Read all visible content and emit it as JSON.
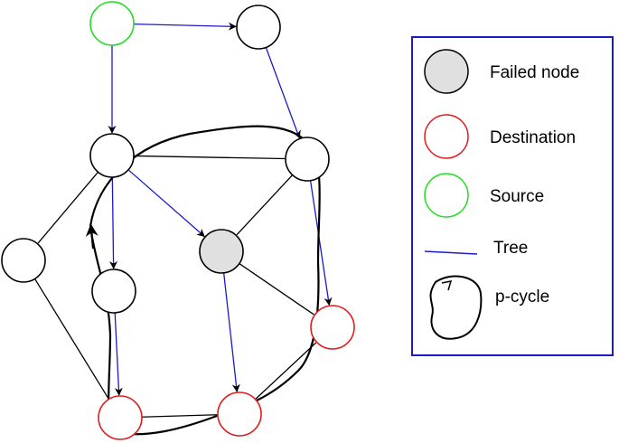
{
  "legend": {
    "items": [
      {
        "key": "failed",
        "label": "Failed node"
      },
      {
        "key": "destination",
        "label": "Destination"
      },
      {
        "key": "source",
        "label": "Source"
      },
      {
        "key": "tree",
        "label": "Tree"
      },
      {
        "key": "pcycle",
        "label": "p-cycle"
      }
    ],
    "border_color": "#1a1acc"
  },
  "colors": {
    "failed_fill": "#e0e0e0",
    "destination_stroke": "#e01c1c",
    "source_stroke": "#22dd22",
    "tree_edge": "#1a1acc",
    "plain_edge": "#000000"
  },
  "nodes": [
    {
      "id": "S",
      "role": "source"
    },
    {
      "id": "A",
      "role": "normal"
    },
    {
      "id": "B",
      "role": "normal"
    },
    {
      "id": "C",
      "role": "normal"
    },
    {
      "id": "L",
      "role": "normal"
    },
    {
      "id": "F",
      "role": "failed"
    },
    {
      "id": "D",
      "role": "normal"
    },
    {
      "id": "E",
      "role": "destination"
    },
    {
      "id": "G",
      "role": "destination"
    },
    {
      "id": "H",
      "role": "destination"
    }
  ],
  "edges": [
    {
      "from": "S",
      "to": "A",
      "type": "tree"
    },
    {
      "from": "S",
      "to": "B",
      "type": "tree"
    },
    {
      "from": "A",
      "to": "C",
      "type": "tree"
    },
    {
      "from": "B",
      "to": "F",
      "type": "tree"
    },
    {
      "from": "B",
      "to": "D",
      "type": "tree"
    },
    {
      "from": "C",
      "to": "E",
      "type": "tree"
    },
    {
      "from": "D",
      "to": "G",
      "type": "tree"
    },
    {
      "from": "F",
      "to": "H",
      "type": "tree"
    },
    {
      "from": "B",
      "to": "C",
      "type": "plain"
    },
    {
      "from": "B",
      "to": "L",
      "type": "plain"
    },
    {
      "from": "C",
      "to": "F",
      "type": "plain"
    },
    {
      "from": "F",
      "to": "E",
      "type": "plain"
    },
    {
      "from": "L",
      "to": "G",
      "type": "plain"
    },
    {
      "from": "G",
      "to": "H",
      "type": "plain"
    },
    {
      "from": "H",
      "to": "E",
      "type": "plain"
    }
  ]
}
